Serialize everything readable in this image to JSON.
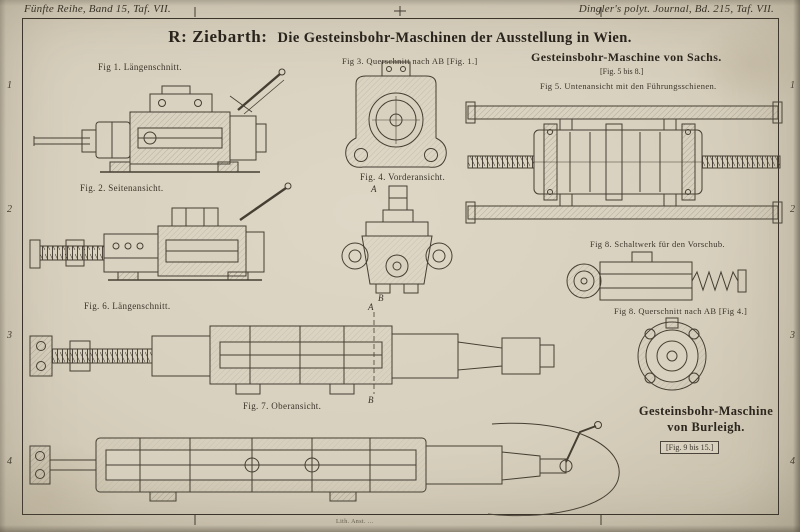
{
  "page": {
    "header_left": "Fünfte Reihe, Band 15, Taf. VII.",
    "header_right": "Dingler's polyt. Journal, Bd. 215, Taf. VII.",
    "title_name": "R: Ziebarth:",
    "title_rest": "Die Gesteinsbohr-Maschinen der Ausstellung in Wien.",
    "credit": "Lith. Anst. ..."
  },
  "ruler": {
    "left": [
      "1",
      "2",
      "3",
      "4"
    ],
    "right": [
      "1",
      "2",
      "3",
      "4"
    ]
  },
  "sections": {
    "sachs": {
      "title": "Gesteinsbohr-Maschine von Sachs.",
      "range": "[Fig. 5 bis 8.]"
    },
    "burleigh": {
      "title_line1": "Gesteinsbohr-Maschine",
      "title_line2": "von Burleigh.",
      "range": "[Fig. 9 bis 15.]"
    }
  },
  "figures": {
    "fig1": {
      "label": "Fig 1.  Längenschnitt."
    },
    "fig2": {
      "label": "Fig. 2.  Seitenansicht."
    },
    "fig3": {
      "label": "Fig 3.  Querschnitt nach AB [Fig. 1.]"
    },
    "fig4": {
      "label": "Fig. 4.  Vorderansicht.",
      "mark_top": "A",
      "mark_bottom": "B"
    },
    "fig5": {
      "label": "Fig 5.  Untenansicht mit den Führungsschienen."
    },
    "fig6": {
      "label": "Fig. 6.  Längenschnitt.",
      "mark_top": "A",
      "mark_bottom": "B"
    },
    "fig7": {
      "label": "Fig. 7.  Oberansicht."
    },
    "fig8a": {
      "label": "Fig 8.  Schaltwerk für den Vorschub."
    },
    "fig8b": {
      "label": "Fig 8.  Querschnitt nach AB [Fig 4.]"
    }
  }
}
